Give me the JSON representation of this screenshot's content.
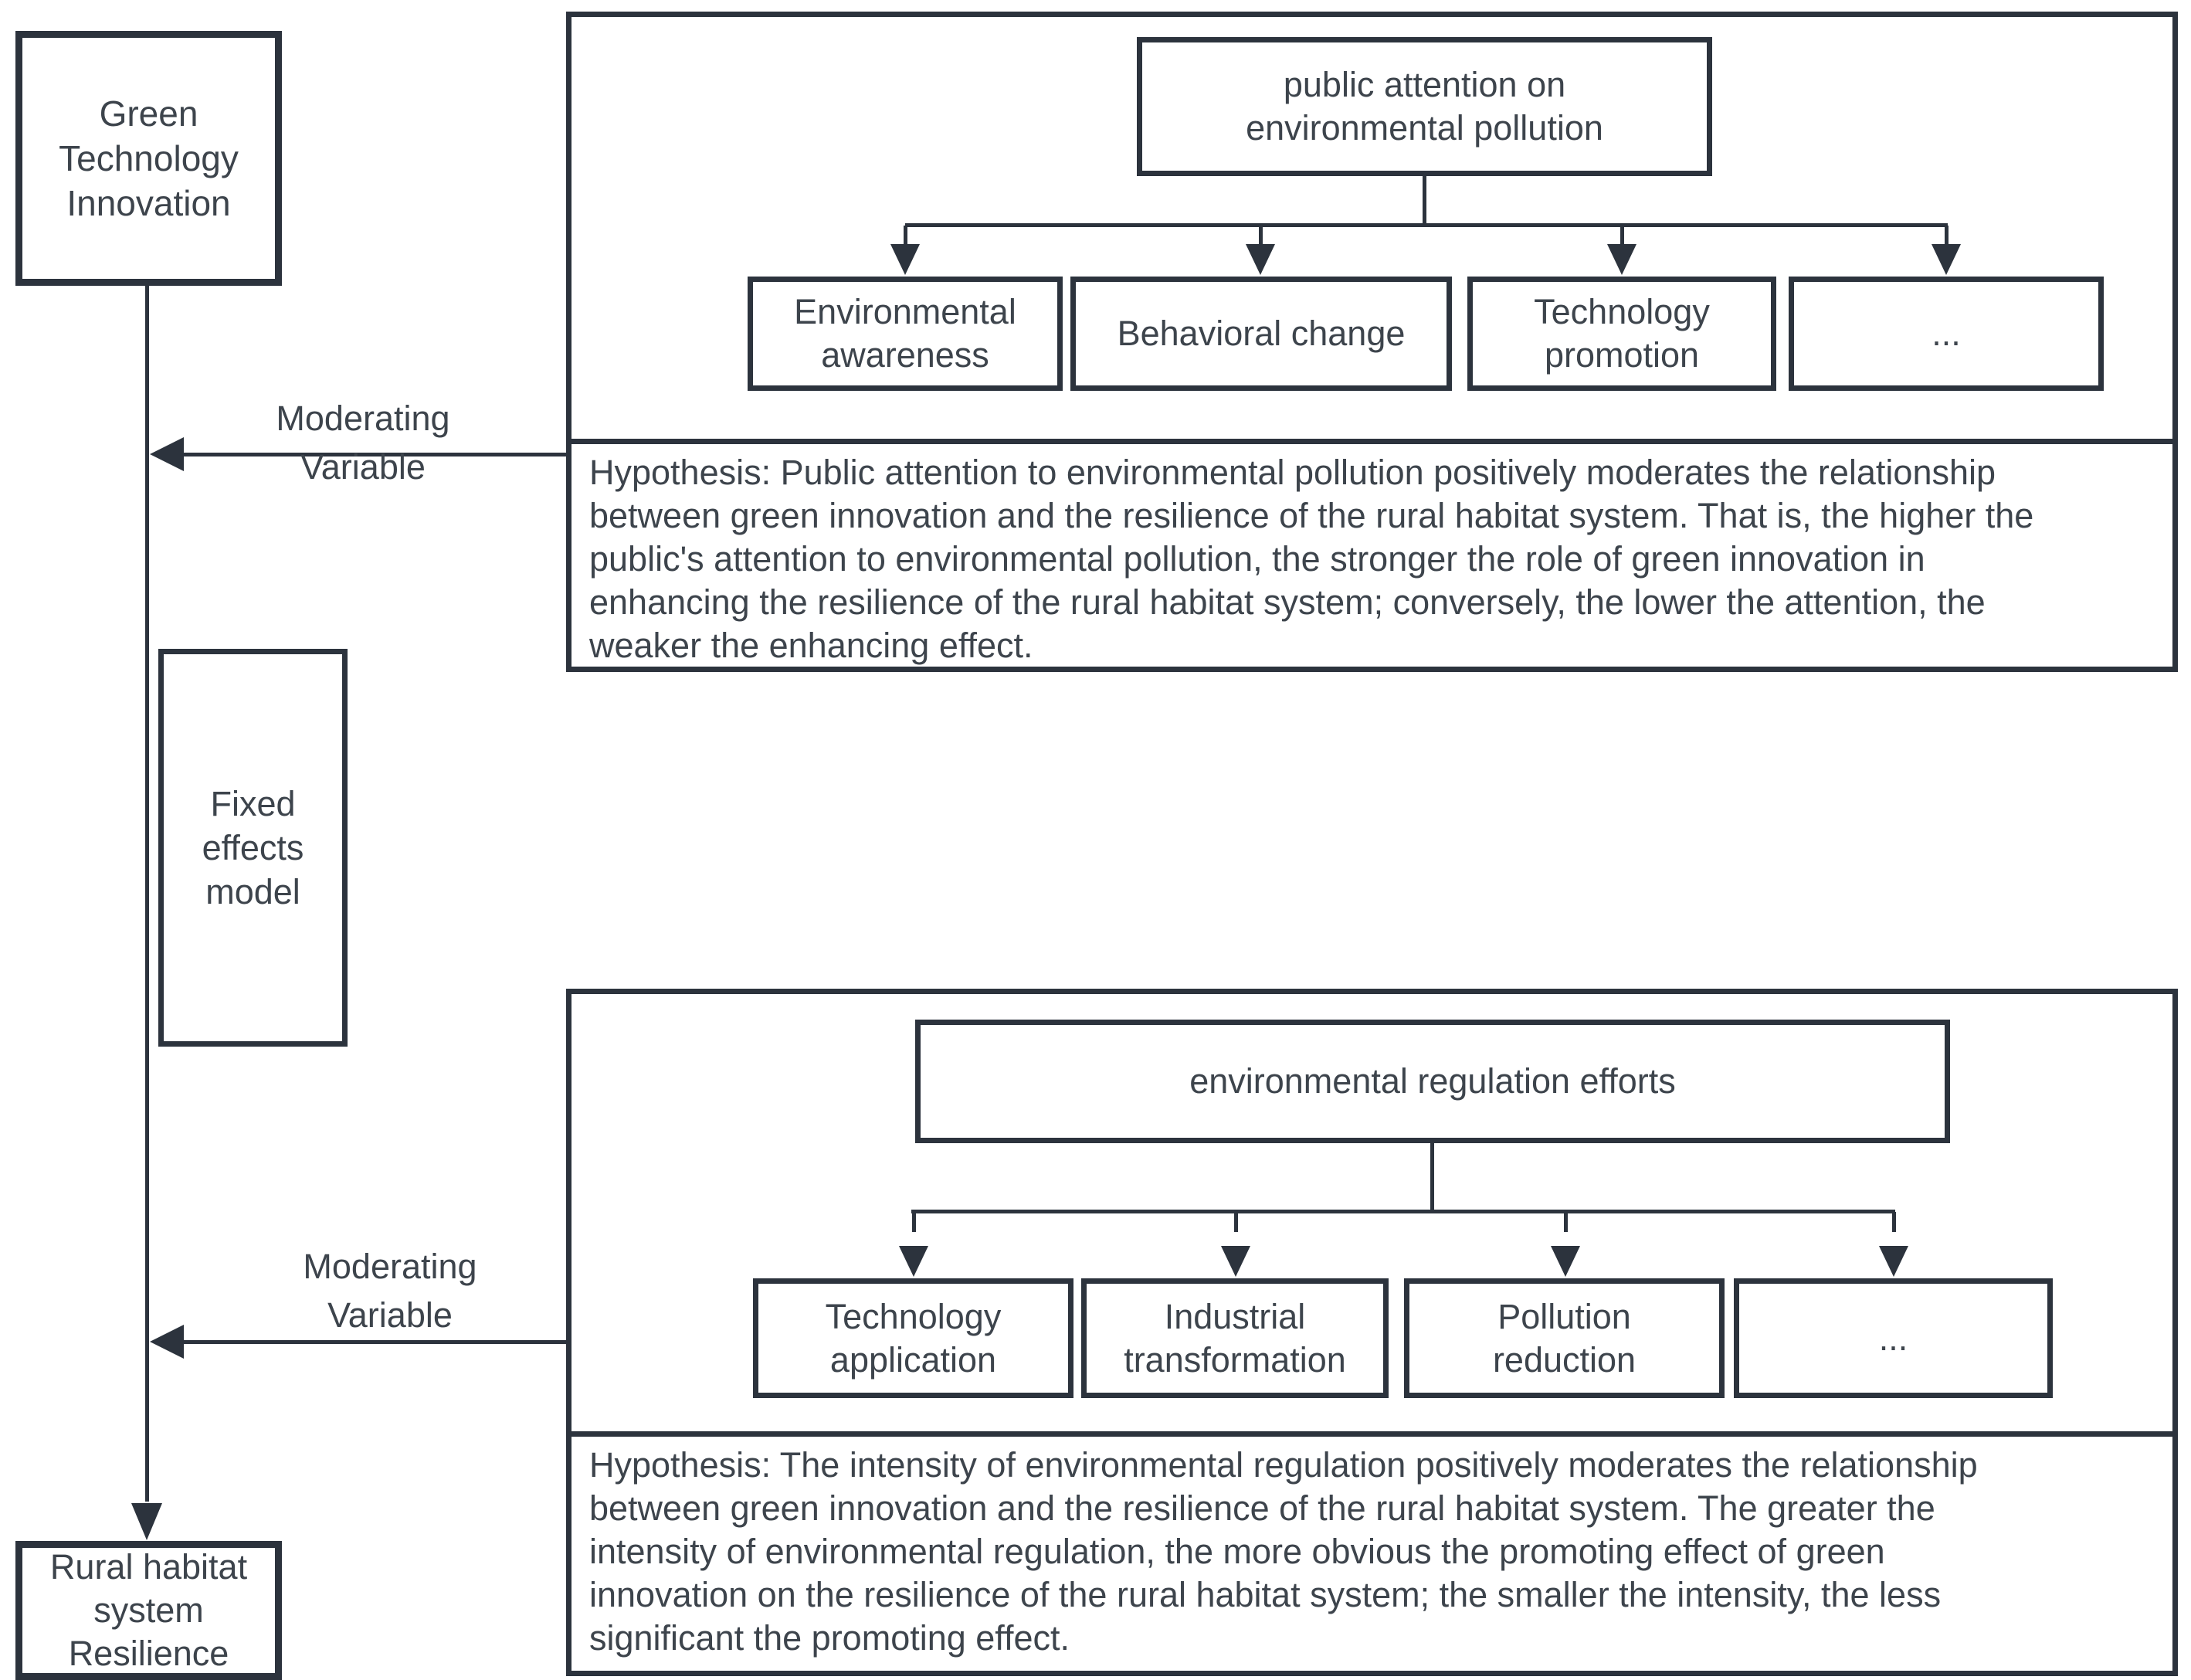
{
  "colors": {
    "line": "#2c333d",
    "text": "#3d444c",
    "background": "#ffffff"
  },
  "left_column": {
    "green_box": {
      "line1": "Green",
      "line2": "Technology",
      "line3": "Innovation"
    },
    "fixed_effects_box": {
      "line1": "Fixed",
      "line2": "effects",
      "line3": "model"
    },
    "rural_box": {
      "line1": "Rural habitat",
      "line2": "system",
      "line3": "Resilience"
    }
  },
  "moderating_arrows": {
    "top": {
      "line1": "Moderating",
      "line2": "Variable"
    },
    "bottom": {
      "line1": "Moderating",
      "line2": "Variable"
    }
  },
  "top_panel": {
    "parent_box": {
      "line1": "public attention on",
      "line2": "environmental pollution"
    },
    "children": [
      {
        "line1": "Environmental",
        "line2": "awareness"
      },
      {
        "line1": "Behavioral change"
      },
      {
        "line1": "Technology",
        "line2": "promotion"
      },
      {
        "line1": "..."
      }
    ],
    "hypothesis_lines": [
      "Hypothesis: Public attention to environmental pollution positively moderates the relationship",
      "between green innovation and the resilience of the rural habitat system. That is, the higher the",
      "public's attention to environmental pollution, the stronger the role of green innovation in",
      "enhancing the resilience of the rural habitat system; conversely, the lower the attention, the",
      "weaker the enhancing effect."
    ]
  },
  "bottom_panel": {
    "parent_box": {
      "line1": "environmental regulation efforts"
    },
    "children": [
      {
        "line1": "Technology",
        "line2": "application"
      },
      {
        "line1": "Industrial",
        "line2": "transformation"
      },
      {
        "line1": "Pollution",
        "line2": "reduction"
      },
      {
        "line1": "..."
      }
    ],
    "hypothesis_lines": [
      "Hypothesis: The intensity of environmental regulation positively moderates the relationship",
      "between green innovation and the resilience of the rural habitat system. The greater the",
      "intensity of environmental regulation, the more obvious the promoting effect of green",
      "innovation on the resilience of the rural habitat system; the smaller the intensity, the less",
      "significant the promoting effect."
    ]
  }
}
